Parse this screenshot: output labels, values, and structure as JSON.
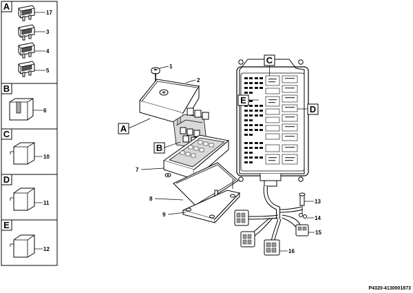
{
  "drawing_ref": "P4320-4130001873",
  "panels": [
    {
      "letter": "A",
      "parts": [
        "17",
        "3",
        "4",
        "5"
      ]
    },
    {
      "letter": "B",
      "parts": [
        "6"
      ]
    },
    {
      "letter": "C",
      "parts": [
        "10"
      ]
    },
    {
      "letter": "D",
      "parts": [
        "11"
      ]
    },
    {
      "letter": "E",
      "parts": [
        "12"
      ]
    }
  ],
  "callout_letters": {
    "a": "A",
    "b": "B",
    "c": "C",
    "d": "D",
    "e": "E"
  },
  "part_numbers": {
    "p1": "1",
    "p2": "2",
    "p7": "7",
    "p8": "8",
    "p9": "9",
    "p13": "13",
    "p14": "14",
    "p15": "15",
    "p16": "16"
  }
}
